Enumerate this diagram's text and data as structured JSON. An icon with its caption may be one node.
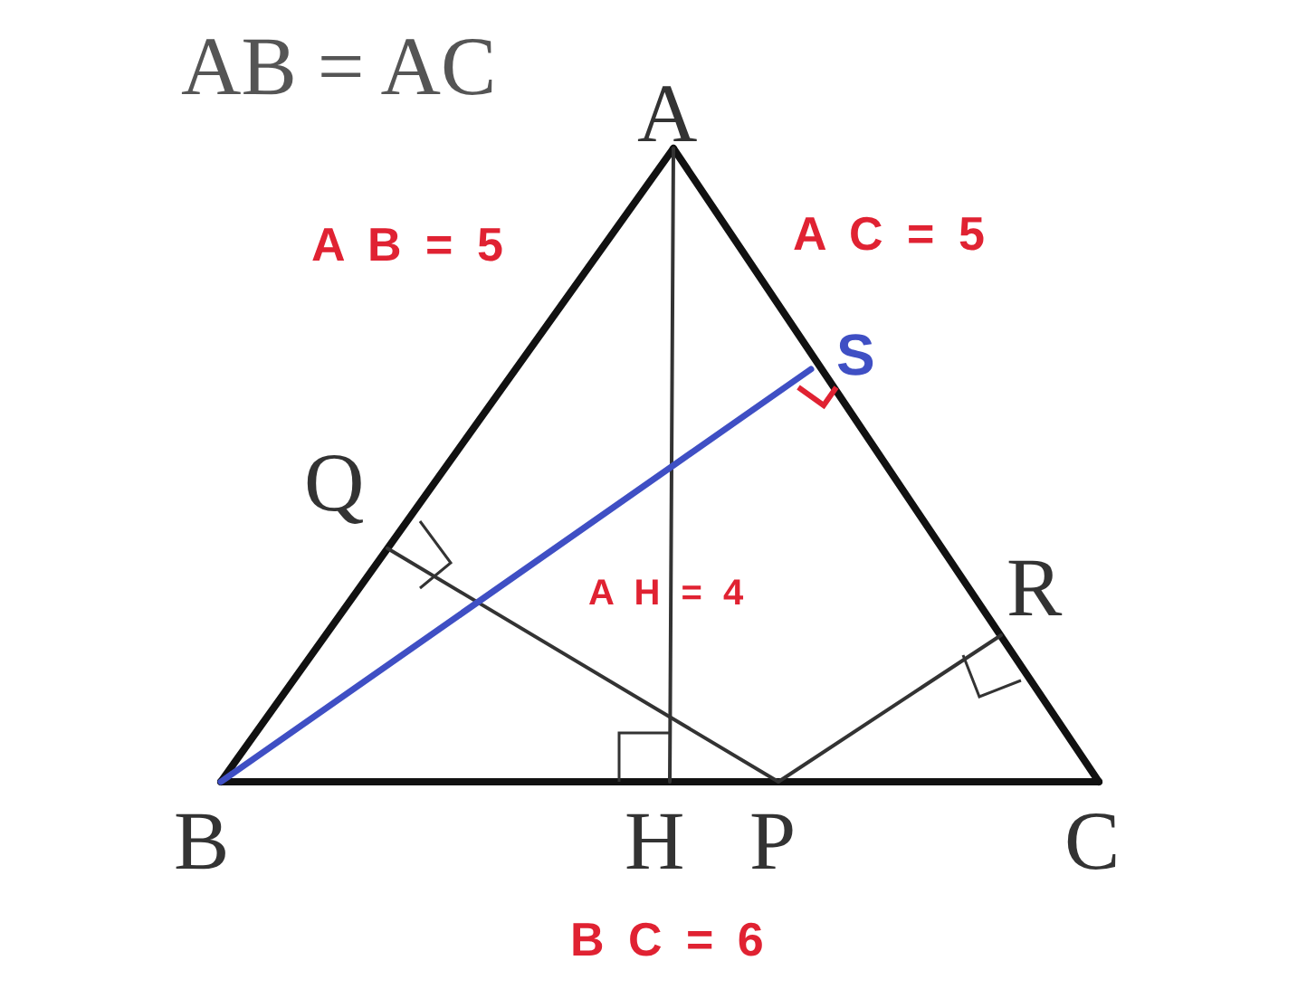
{
  "diagram": {
    "labels": [
      "AB = AC",
      "A",
      "A B = 5",
      "A C = 5",
      "S",
      "Q",
      "A H = 4",
      "R",
      "B",
      "H",
      "P",
      "C",
      "B C = 6"
    ]
  }
}
